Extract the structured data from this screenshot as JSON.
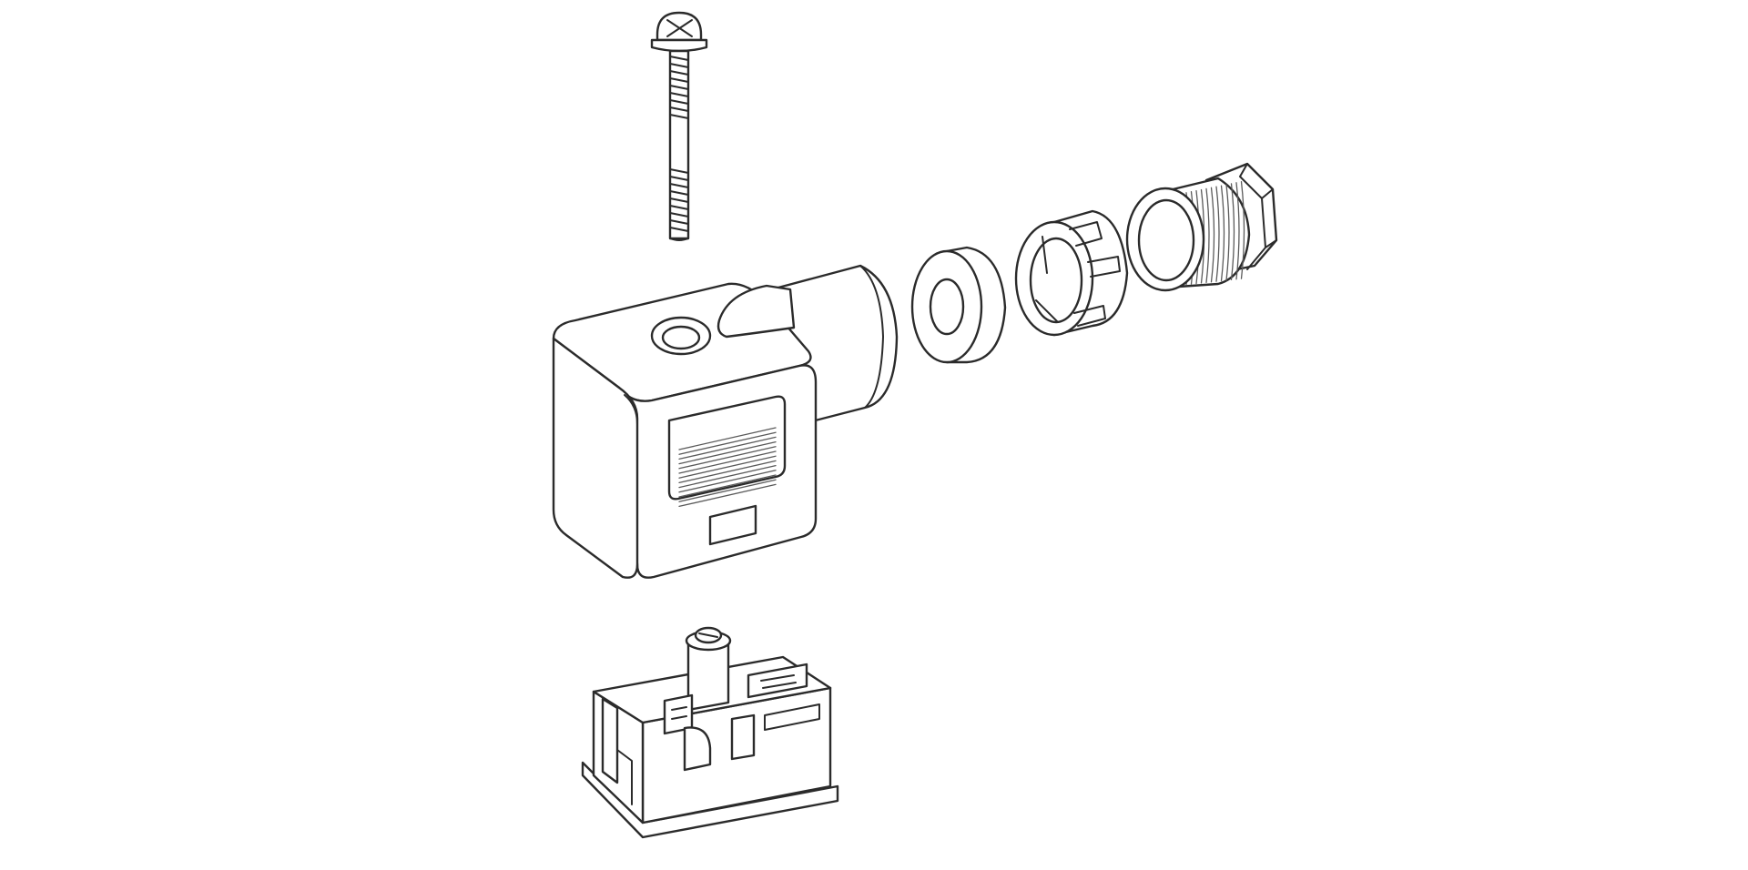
{
  "diagram": {
    "parts": [
      {
        "name": "fixing-screw"
      },
      {
        "name": "connector-housing"
      },
      {
        "name": "flat-seal"
      },
      {
        "name": "clamping-ring"
      },
      {
        "name": "cable-gland-nut"
      },
      {
        "name": "contact-insert"
      }
    ]
  },
  "colors": {
    "background": "#ffffff",
    "line": "#2b2b2b",
    "hatch": "#5a5a5a",
    "fill": "#ffffff"
  }
}
